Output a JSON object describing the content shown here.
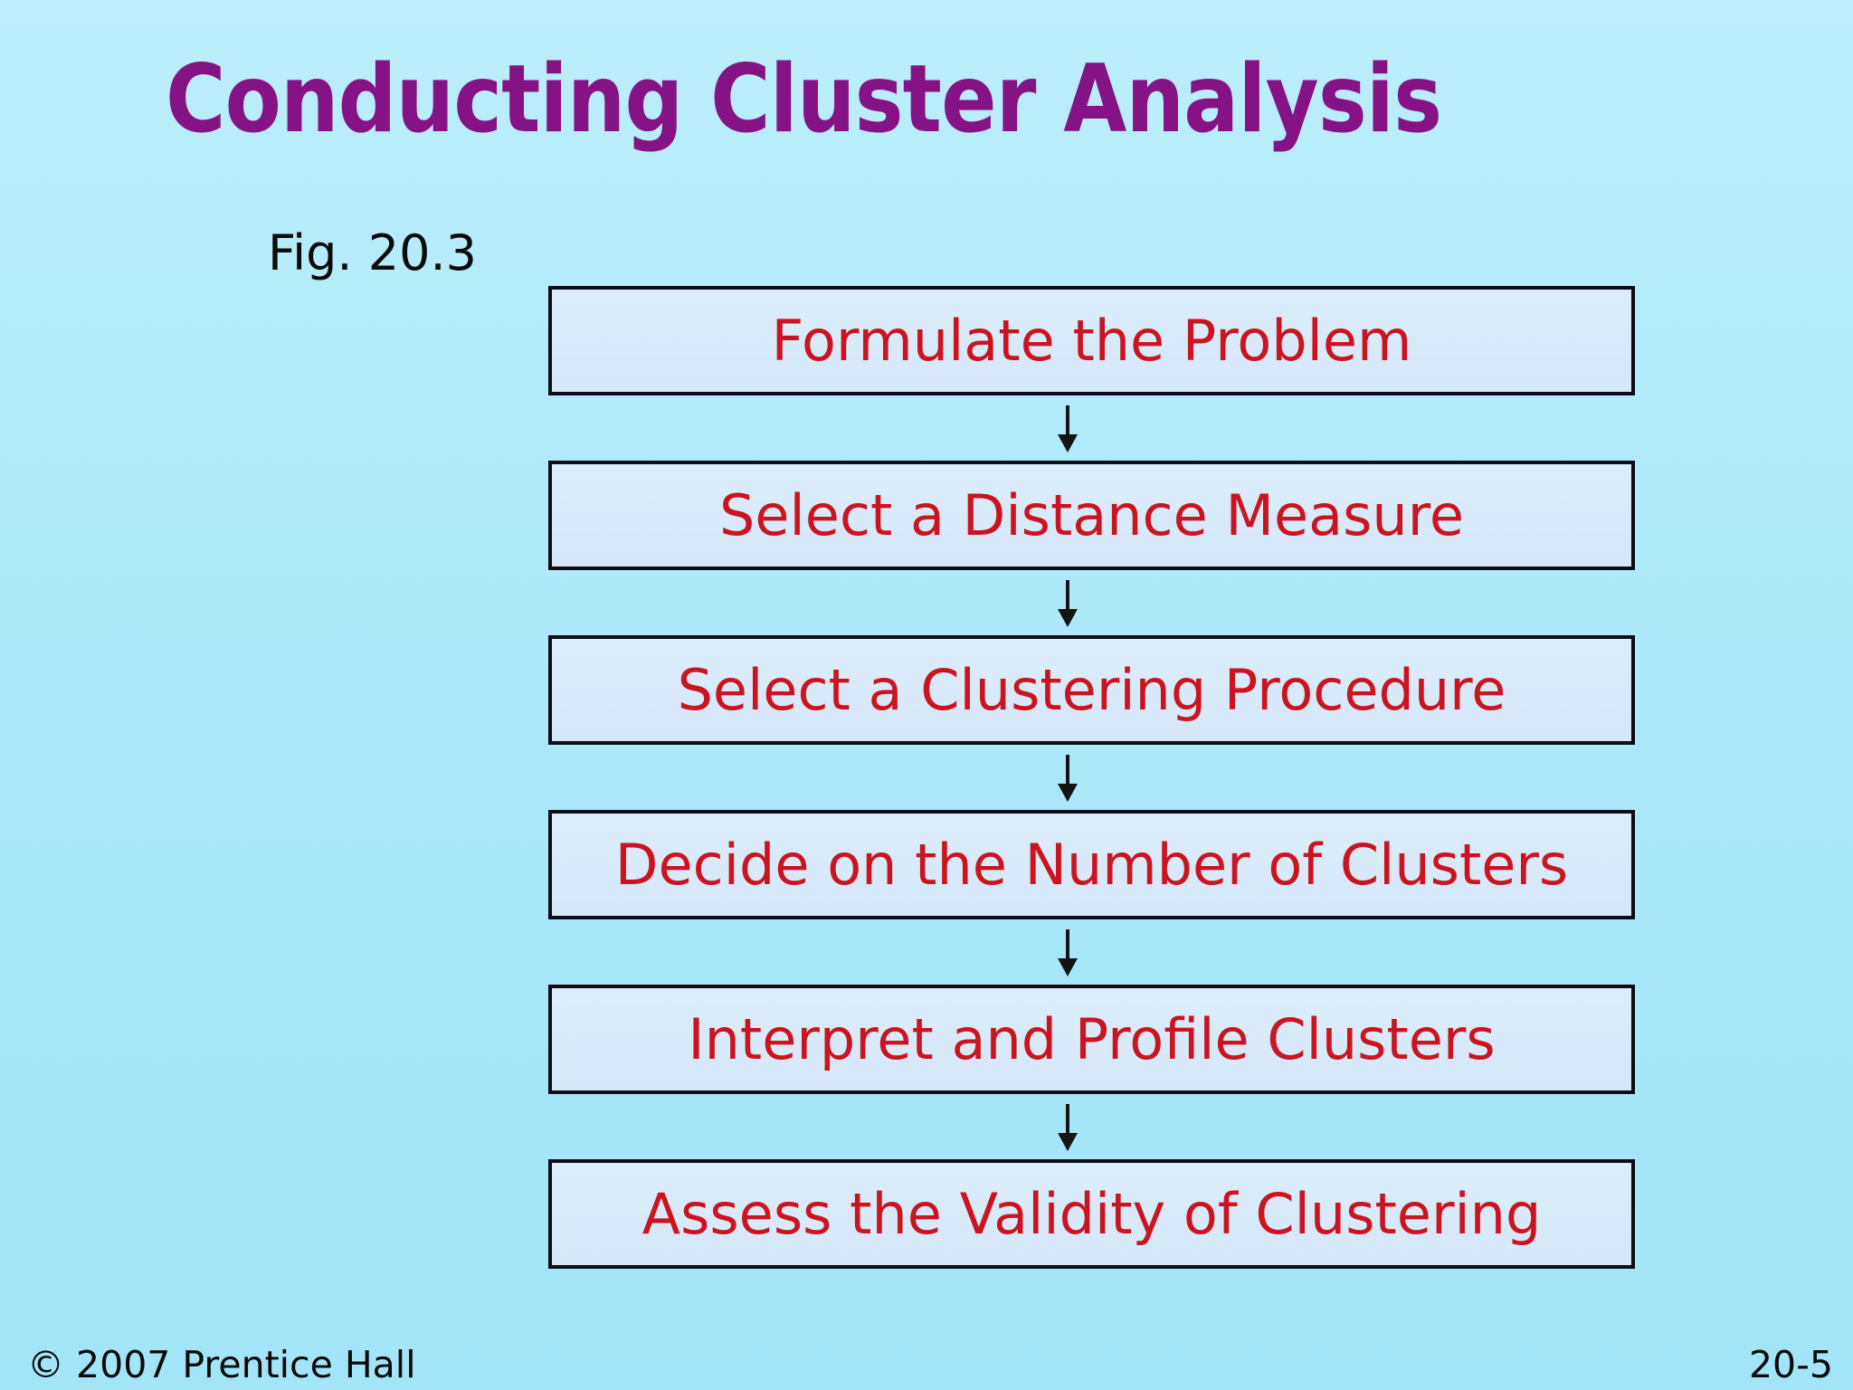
{
  "slide": {
    "title": "Conducting Cluster Analysis",
    "figure_label": "Fig. 20.3",
    "footer_left": "© 2007 Prentice Hall",
    "footer_right": "20-5"
  },
  "flowchart": {
    "type": "vertical-flow",
    "steps": [
      "Formulate the Problem",
      "Select a Distance Measure",
      "Select a Clustering Procedure",
      "Decide on the Number of Clusters",
      "Interpret and Profile Clusters",
      "Assess the Validity of Clustering"
    ]
  },
  "colors": {
    "title_text": "#851385",
    "step_text": "#cb1420",
    "box_fill": "#d8eaf9",
    "box_border": "#0d0d17",
    "arrow": "#141414",
    "background_top": "#bceefb",
    "background_bottom": "#a3e5f8",
    "footer_text": "#0a0a0a"
  }
}
